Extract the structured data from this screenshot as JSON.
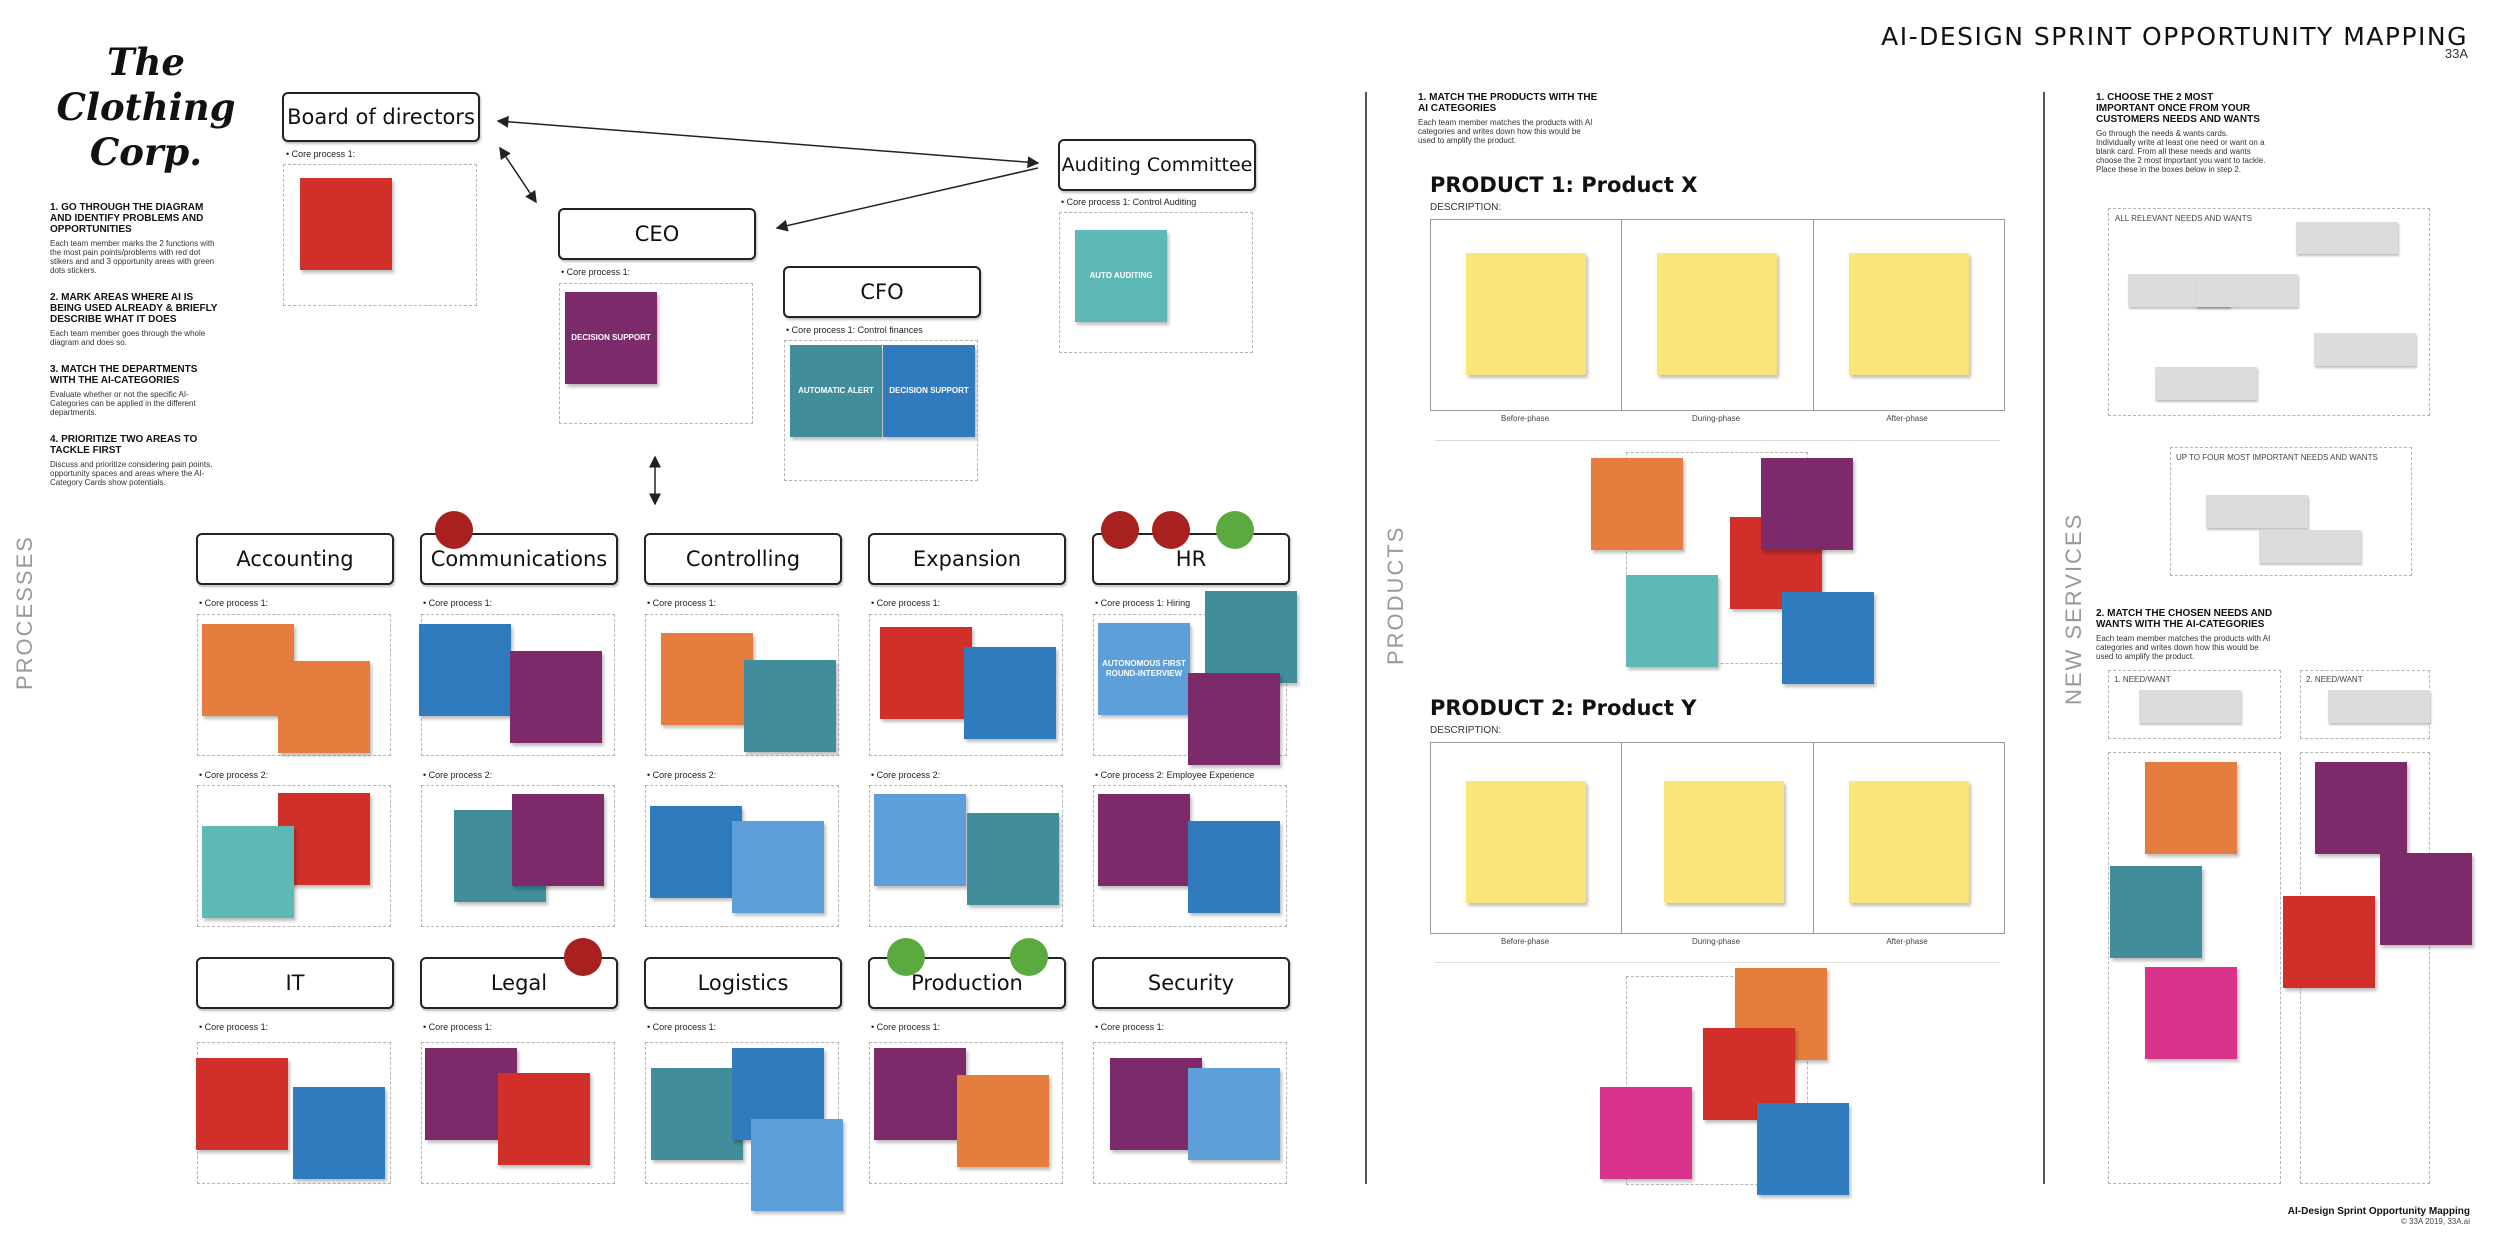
{
  "header": {
    "title": "AI-DESIGN SPRINT OPPORTUNITY MAPPING",
    "code": "33A"
  },
  "logo": {
    "line1": "The",
    "line2": "Clothing",
    "line3": "Corp."
  },
  "steps": [
    {
      "title": "1. Go through the diagram and identify problems and opportunities",
      "desc": "Each team member marks the 2 functions with the most pain points/problems with red dot stikers and and 3 opportunity areas with green dots stickers."
    },
    {
      "title": "2. Mark areas where AI is being used already & briefly describe what it does",
      "desc": "Each team member goes through the whole diagram and does so."
    },
    {
      "title": "3. Match the departments with the AI-categories",
      "desc": "Evaluate whether or not the specific AI-Categories can be applied in the different departments."
    },
    {
      "title": "4. Prioritize two areas to tackle first",
      "desc": "Discuss and prioritize considering pain points, opportunity spaces and areas where the AI-Category Cards show potentials."
    }
  ],
  "side_labels": {
    "processes": "PROCESSES",
    "products": "PRODUCTS",
    "new_services": "NEW SERVICES"
  },
  "org": {
    "board": {
      "label": "Board of directors",
      "core": "• Core process 1:"
    },
    "ceo": {
      "label": "CEO",
      "core": "• Core process 1:",
      "sticky": "Decision support"
    },
    "cfo": {
      "label": "CFO",
      "core": "• Core process 1: Control finances",
      "sticky1": "Automatic alert",
      "sticky2": "Decision support"
    },
    "audit": {
      "label": "Auditing Committee",
      "core": "• Core process 1: Control Auditing",
      "sticky": "Auto Auditing"
    }
  },
  "departments": [
    {
      "label": "Accounting",
      "cp1": "• Core process 1:",
      "cp2": "• Core process 2:"
    },
    {
      "label": "Communications",
      "cp1": "• Core process 1:",
      "cp2": "• Core process 2:"
    },
    {
      "label": "Controlling",
      "cp1": "• Core process 1:",
      "cp2": "• Core process 2:"
    },
    {
      "label": "Expansion",
      "cp1": "• Core process 1:",
      "cp2": "• Core process 2:"
    },
    {
      "label": "HR",
      "cp1": "• Core process 1: Hiring",
      "cp2": "• Core process 2: Employee Experience",
      "sticky": "Autonomous first round-interview"
    },
    {
      "label": "IT",
      "cp1": "• Core process 1:"
    },
    {
      "label": "Legal",
      "cp1": "• Core process 1:"
    },
    {
      "label": "Logistics",
      "cp1": "• Core process 1:"
    },
    {
      "label": "Production",
      "cp1": "• Core process 1:"
    },
    {
      "label": "Security",
      "cp1": "• Core process 1:"
    }
  ],
  "products": {
    "instruction": {
      "title": "1. Match the products with the AI categories",
      "desc": "Each team member matches the products with AI categories and writes down how this would be used to amplify the product."
    },
    "p1": {
      "title": "PRODUCT 1: Product X",
      "desc": "DESCRIPTION:"
    },
    "p2": {
      "title": "PRODUCT 2: Product Y",
      "desc": "DESCRIPTION:"
    },
    "phases": [
      "Before-phase",
      "During-phase",
      "After-phase"
    ]
  },
  "services": {
    "step1": {
      "title": "1. Choose the 2 most important once from your customers needs and wants",
      "desc": "Go through the needs & wants cards. Individually write at least one need or want on a blank card. From all these needs and wants choose the 2 most important you want to tackle. Place these in the boxes below in step 2."
    },
    "all_label": "ALL RELEVANT NEEDS AND WANTS",
    "top_label": "UP TO FOUR MOST IMPORTANT NEEDS AND WANTS",
    "step2": {
      "title": "2. Match the chosen needs and wants with the AI-categories",
      "desc": "Each team member matches the products with AI categories and writes down how this would be used to amplify the product."
    },
    "need1": "1. NEED/WANT",
    "need2": "2. NEED/WANT"
  },
  "footer": {
    "title": "AI-Design Sprint Opportunity Mapping",
    "copy": "© 33A 2019, 33A.ai"
  },
  "colors": {
    "red": "#d12f2a",
    "orange": "#e57d3c",
    "purple": "#7d2a6b",
    "blue": "#2f7bbd",
    "lightblue": "#5f9fd9",
    "teal": "#428d9b",
    "mint": "#5eb8b6",
    "pink": "#d9338b",
    "yellow": "#fbe57a"
  }
}
